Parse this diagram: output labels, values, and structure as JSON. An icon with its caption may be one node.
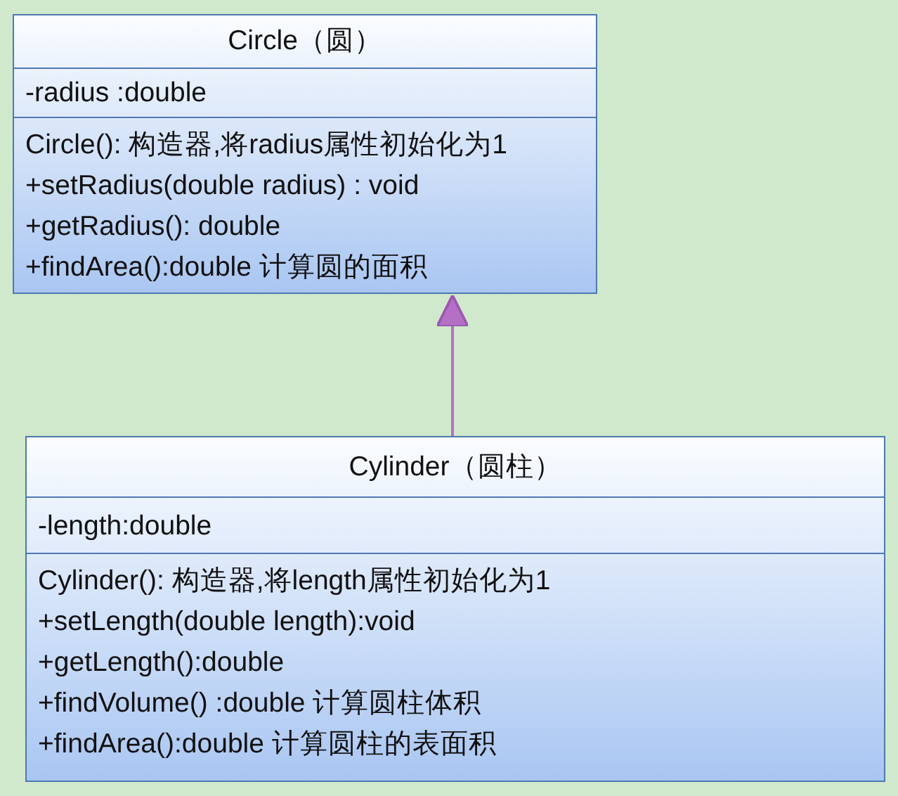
{
  "diagram": {
    "nodes": [
      {
        "text": [
          "Circle（圆）",
          "-radius :double",
          "Circle(): 构造器,将radius属性初始化为1",
          "+setRadius(double radius) : void",
          "+getRadius(): double",
          "+findArea():double  计算圆的面积"
        ]
      },
      {
        "text": [
          "Cylinder（圆柱）",
          "-length:double",
          "Cylinder():  构造器,将length属性初始化为1",
          "+setLength(double length):void",
          "+getLength():double",
          "+findVolume() :double   计算圆柱体积",
          "+findArea():double  计算圆柱的表面积"
        ]
      }
    ],
    "edges": [
      {
        "from": 1,
        "to": 0,
        "arrow": "to"
      }
    ]
  }
}
